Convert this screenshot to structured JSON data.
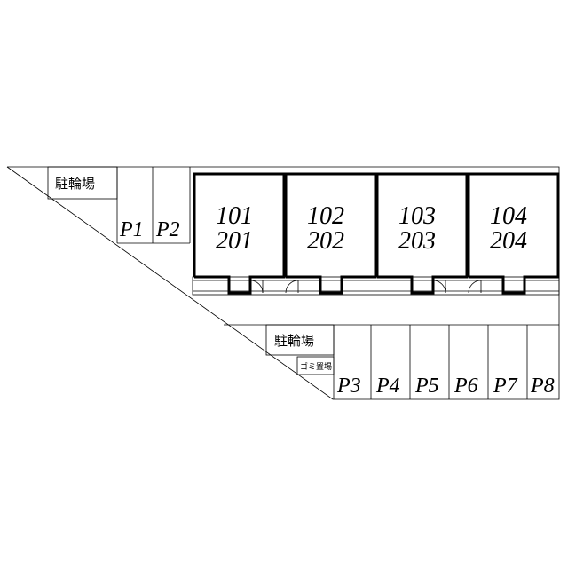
{
  "site_plan": {
    "bicycle_parking_labels": [
      "駐輪場",
      "駐輪場"
    ],
    "garbage_area_label": "ゴミ置場",
    "units": [
      {
        "ground": "101",
        "upper": "201"
      },
      {
        "ground": "102",
        "upper": "202"
      },
      {
        "ground": "103",
        "upper": "203"
      },
      {
        "ground": "104",
        "upper": "204"
      }
    ],
    "parking_spaces": [
      "P1",
      "P2",
      "P3",
      "P4",
      "P5",
      "P6",
      "P7",
      "P8"
    ]
  }
}
